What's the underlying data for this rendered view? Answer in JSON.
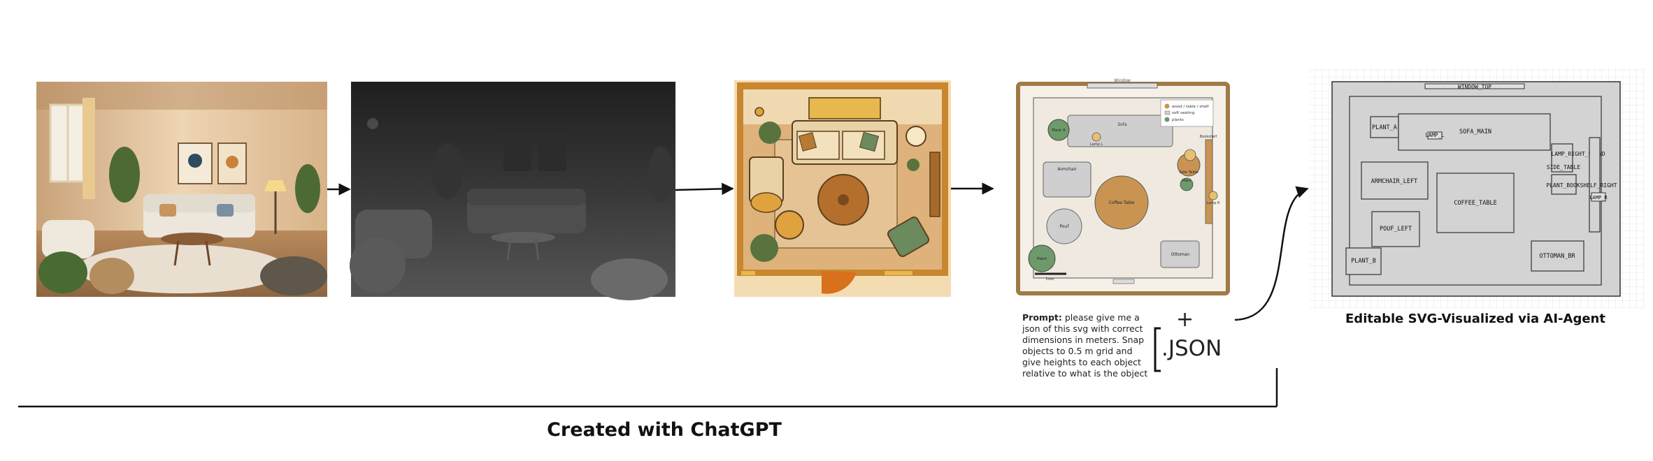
{
  "diagram": {
    "plan_labels": {
      "window": "Window",
      "sofa": "Sofa",
      "legend_items": [
        "wood / table / shelf",
        "soft seating",
        "plants"
      ],
      "plant_a": "Plant A",
      "lamp_l": "Lamp L",
      "lamp_r": "Lamp R",
      "side_table": "Side Table",
      "plant_r": "Plant",
      "bookshelf": "Bookshelf",
      "armchair": "Armchair",
      "coffee_table": "Coffee Table",
      "pouf": "Pouf",
      "ottoman": "Ottoman",
      "plant_b": "Plant",
      "door": "Door"
    },
    "svg_labels": {
      "window_top": "WINDOW_TOP",
      "plant_a": "PLANT_A",
      "lamp_l": "LAMP_L",
      "sofa_main": "SOFA_MAIN",
      "lamp_right_stand": "LAMP_RIGHT_STAND",
      "side_table": "SIDE_TABLE",
      "armchair_left": "ARMCHAIR_LEFT",
      "coffee_table": "COFFEE_TABLE",
      "plant_bookshelf_right": "PLANT_BOOKSHELF_RIGHT",
      "lamp_r": "LAMP_R",
      "pouf_left": "POUF_LEFT",
      "plant_b": "PLANT_B",
      "ottoman_br": "OTTOMAN_BR"
    },
    "prompt_label": "Prompt:",
    "prompt_text": " please give me a json of this svg with correct dimensions in meters. Snap objects to 0.5 m grid and give heights to each object relative to what is the object",
    "plus": "+",
    "json_label": ".JSON",
    "caption_right": "Editable SVG-Visualized via AI-Agent",
    "caption_bottom": "Created with ChatGPT"
  }
}
